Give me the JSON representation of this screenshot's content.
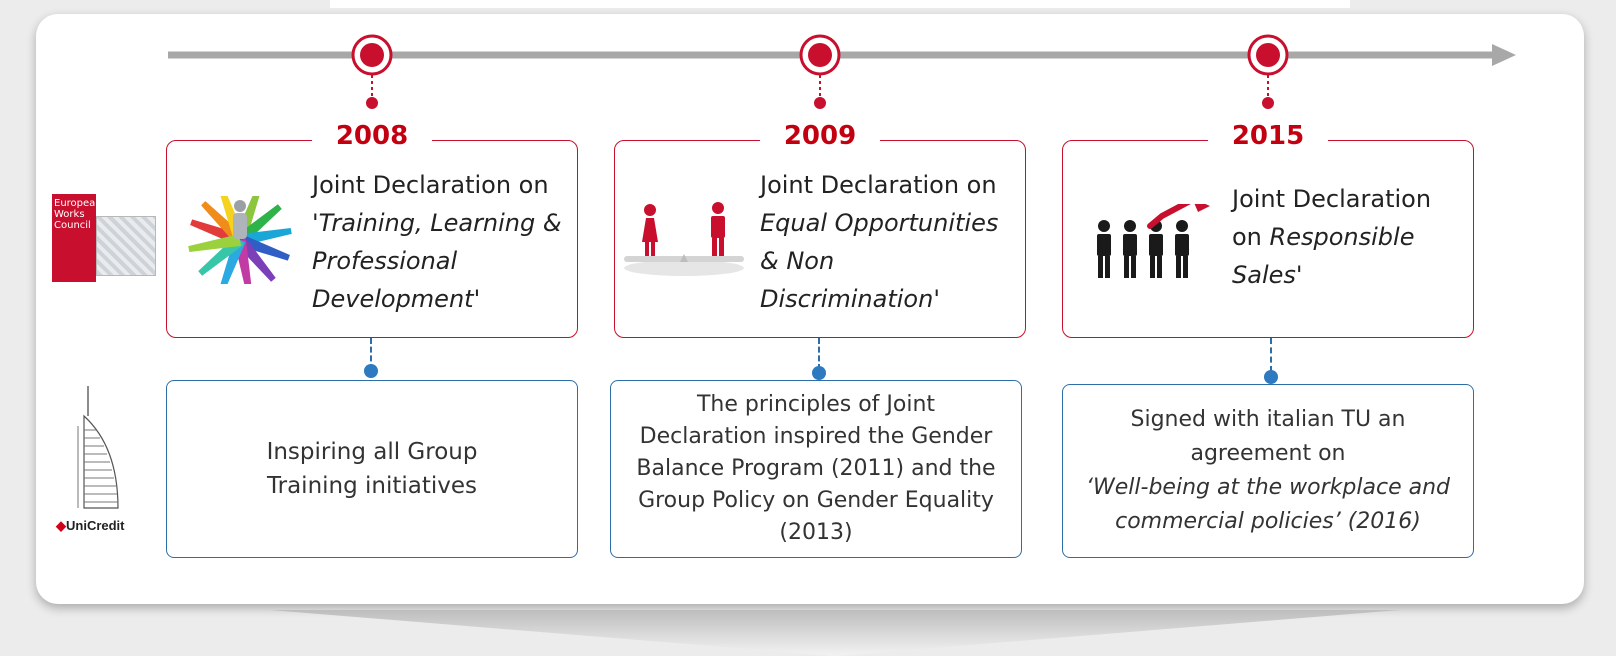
{
  "logos": {
    "ewc": {
      "lines": [
        "European",
        "Works",
        "Council"
      ]
    },
    "unicredit": {
      "mark": "◆",
      "name": "UniCredit"
    }
  },
  "milestones": [
    {
      "year": "2008",
      "declaration": {
        "plain": "Joint Declaration on",
        "italic": [
          "'Training, Learning &",
          "Professional",
          "Development'"
        ]
      },
      "outcome": [
        "Inspiring all Group",
        "Training initiatives"
      ],
      "icon": "color-arrows-people-icon"
    },
    {
      "year": "2009",
      "declaration": {
        "plain": "Joint Declaration on",
        "italic": [
          "Equal Opportunities",
          "& Non",
          "Discrimination'"
        ]
      },
      "outcome": [
        "The principles of Joint",
        "Declaration inspired the Gender",
        "Balance Program (2011) and the",
        "Group Policy on Gender Equality",
        "(2013)"
      ],
      "icon": "gender-balance-scale-icon"
    },
    {
      "year": "2015",
      "declaration": {
        "plain": [
          "Joint Declaration",
          "on"
        ],
        "italic_inline": "Responsible",
        "italic": [
          "Sales'"
        ]
      },
      "outcome": [
        "Signed with italian TU an",
        "agreement on"
      ],
      "outcome_italic": [
        "‘Well-being at the workplace and",
        "commercial policies’ (2016)"
      ],
      "icon": "people-checkmark-icon"
    }
  ],
  "colors": {
    "red": "#c8102e",
    "blue": "#2d6ea8",
    "arrow": "#a8a8a8"
  }
}
